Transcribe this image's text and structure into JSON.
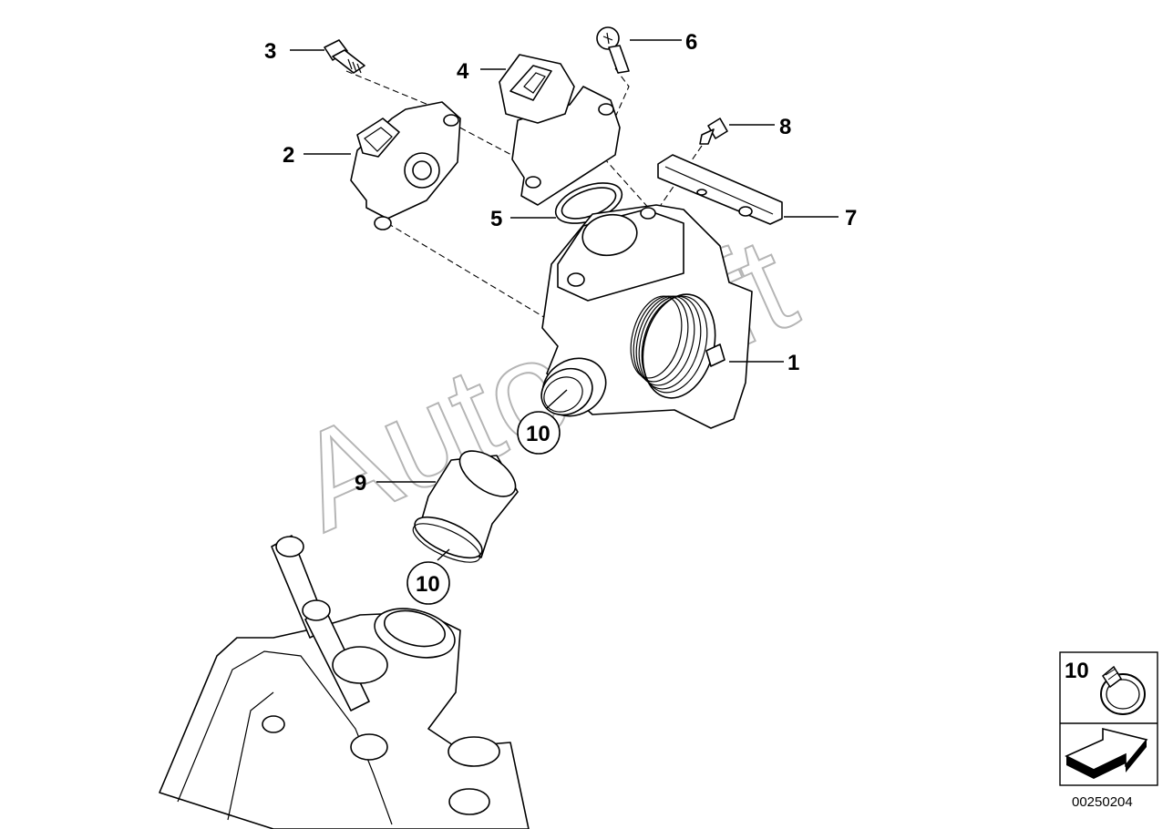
{
  "watermark": "AutoSoft",
  "callouts": {
    "c1": "1",
    "c2": "2",
    "c3": "3",
    "c4": "4",
    "c5": "5",
    "c6": "6",
    "c7": "7",
    "c8": "8",
    "c9": "9",
    "c10a": "10",
    "c10b": "10"
  },
  "legend": {
    "item_number": "10",
    "item_icon": "hose-clamp-icon",
    "nav_icon": "arrow-right-icon"
  },
  "document_number": "00250204"
}
